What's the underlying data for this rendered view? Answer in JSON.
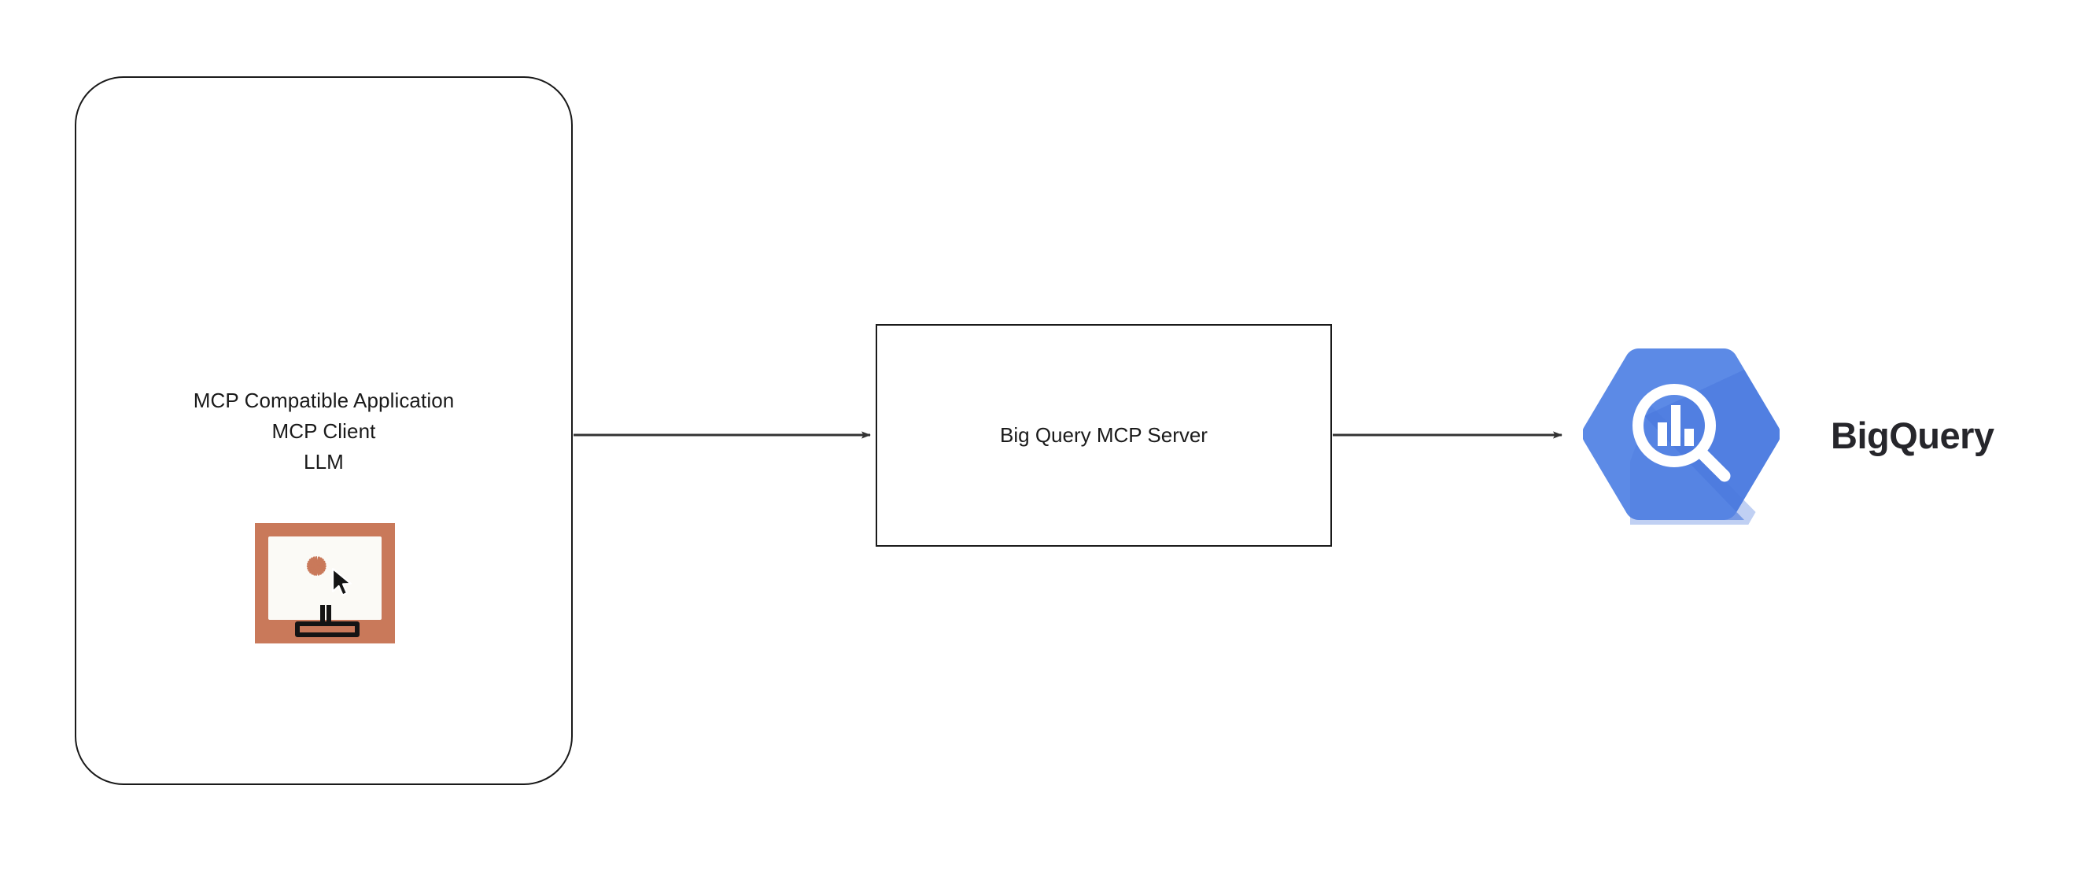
{
  "diagram": {
    "title": "BigQuery MCP architecture flow",
    "background_color": "#ffffff",
    "nodes": {
      "client": {
        "name": "MCP Compatible Application container",
        "shape": "rounded-rectangle",
        "border_color": "#1a1a1a",
        "labels": [
          "MCP Compatible Application",
          "MCP Client",
          "LLM"
        ],
        "icon": {
          "name": "desktop-monitor-icon",
          "frame_color": "#c9795a",
          "screen_color": "#fbfaf6",
          "burst_color": "#c9795a",
          "cursor_color": "#1a1a1a"
        }
      },
      "server": {
        "name": "Big Query MCP Server box",
        "shape": "rectangle",
        "border_color": "#1a1a1a",
        "label": "Big Query MCP Server"
      },
      "bigquery": {
        "name": "BigQuery product logo",
        "wordmark": "BigQuery",
        "wordmark_color": "#26262b",
        "hexagon_color": "#5c8ae6",
        "hexagon_shadow_color": "#4a79dd",
        "glyph_color": "#ffffff",
        "glyph": "magnifying-glass-with-bar-chart"
      }
    },
    "connectors": [
      {
        "name": "client-to-server-arrow",
        "from": "client",
        "to": "server",
        "style": "solid",
        "color": "#333333",
        "arrowhead": "filled-triangle"
      },
      {
        "name": "server-to-bigquery-arrow",
        "from": "server",
        "to": "bigquery",
        "style": "solid",
        "color": "#333333",
        "arrowhead": "filled-triangle"
      }
    ]
  }
}
